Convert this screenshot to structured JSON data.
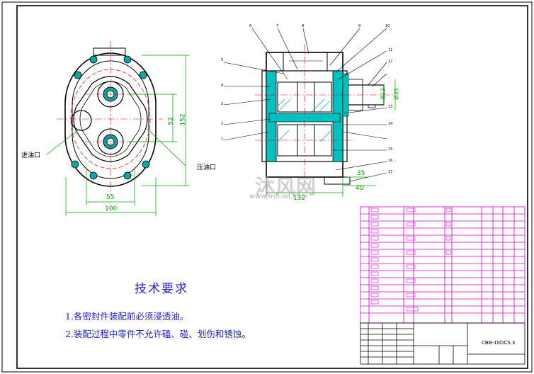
{
  "left_view": {
    "dims": {
      "height_inner": "52",
      "height_outer": "152",
      "width_inner": "55",
      "width_outer": "100"
    },
    "inlet_label": "进油口",
    "outlet_label": "压油口"
  },
  "section_view": {
    "dims": {
      "shaft_dia": "Ø12",
      "body_dia": "Ø35",
      "shaft_len1": "35",
      "shaft_len2": "40",
      "total_len": "132"
    }
  },
  "requirements": {
    "title": "技术要求",
    "items": [
      "1.各密封件装配前必须浸透油。",
      "2.装配过程中零件不允许磕、碰、划伤和锈蚀。"
    ]
  },
  "title_block": {
    "drawing_no": "CBB-10DCS.3"
  },
  "watermark": {
    "brand": "沐风网",
    "url": "www.mfcad.com"
  },
  "colors": {
    "geometry": "#2020c8",
    "centerline": "#e00000",
    "dimension": "#00a000",
    "table": "#d000d0",
    "hatch": "#00a8a8"
  }
}
